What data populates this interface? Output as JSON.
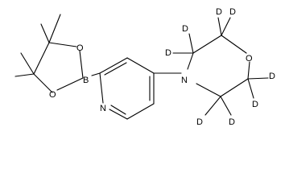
{
  "molecule": {
    "atoms": [
      {
        "id": "B",
        "label": "B"
      },
      {
        "id": "O_upper",
        "label": "O"
      },
      {
        "id": "O_lower",
        "label": "O"
      },
      {
        "id": "N_pyridine",
        "label": "N"
      },
      {
        "id": "N_morpholine",
        "label": "N"
      },
      {
        "id": "O_morpholine",
        "label": "O"
      },
      {
        "id": "D1",
        "label": "D"
      },
      {
        "id": "D2",
        "label": "D"
      },
      {
        "id": "D3",
        "label": "D"
      },
      {
        "id": "D4",
        "label": "D"
      },
      {
        "id": "D5",
        "label": "D"
      },
      {
        "id": "D6",
        "label": "D"
      },
      {
        "id": "D7",
        "label": "D"
      },
      {
        "id": "D8",
        "label": "D"
      }
    ]
  }
}
